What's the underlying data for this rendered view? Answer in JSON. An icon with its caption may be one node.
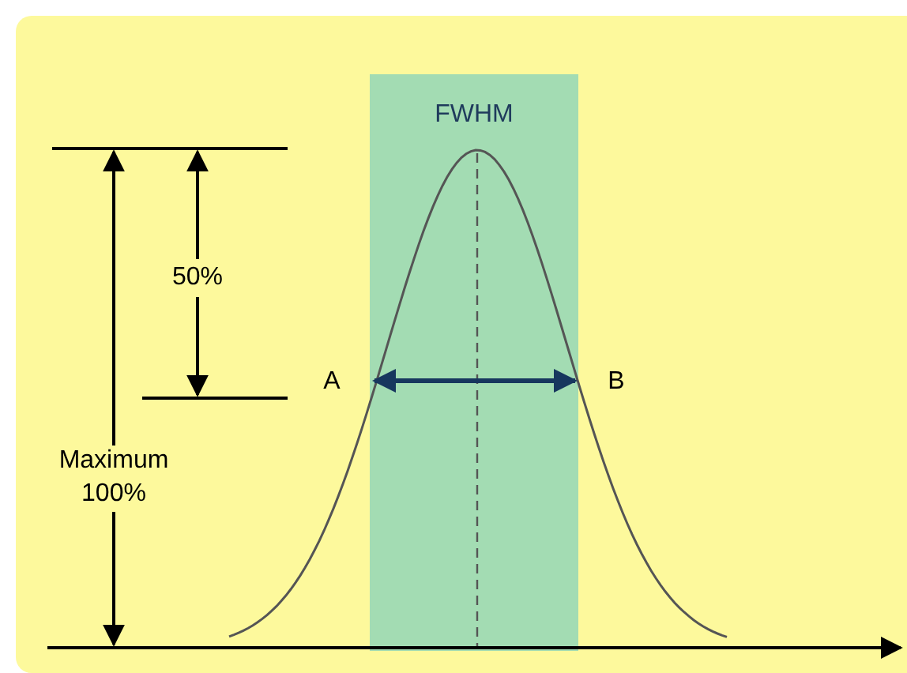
{
  "diagram": {
    "nodes": [
      {
        "text": [
          "FWHM"
        ]
      }
    ],
    "labels": [
      "50%",
      "A",
      "B",
      "Maximum 100%"
    ]
  }
}
